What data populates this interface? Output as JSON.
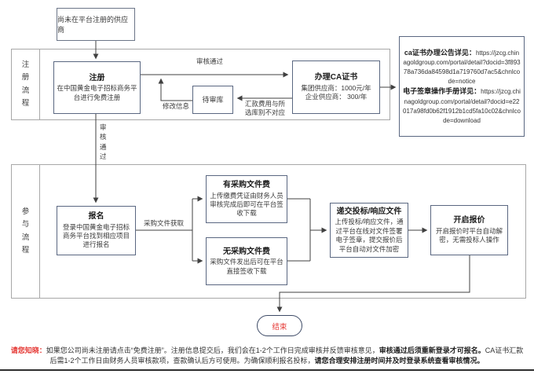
{
  "start_box": {
    "label": "尚未在平台注册的供应商"
  },
  "lanes": [
    {
      "label": "注册流程"
    },
    {
      "label": "参与流程"
    }
  ],
  "nodes": {
    "register": {
      "title": "注册",
      "body": "在中国黄金电子招标商务平台进行免费注册"
    },
    "pending": {
      "title": "待审库"
    },
    "ca": {
      "title": "办理CA证书",
      "line1": "集团供应商：1000元/年",
      "line2": "企业供应商：  300/年"
    },
    "signup": {
      "title": "报名",
      "body": "登录中国黄金电子招标商务平台找到相应项目进行报名"
    },
    "fee": {
      "title": "有采购文件费",
      "body": "上传缴费凭证由财务人员审核完成后即可在平台签收下载"
    },
    "nofee": {
      "title": "无采购文件费",
      "body": "采购文件发出后可在平台直接签收下载"
    },
    "submit": {
      "title": "递交投标/响应文件",
      "body": "上传投标/响应文件，通过平台在线对文件签署电子签章，提交报价后平台自动对文件加密"
    },
    "openbid": {
      "title": "开启报价",
      "body": "开启报价时平台自动解密，无需投标人操作"
    },
    "end": {
      "label": "结束"
    }
  },
  "info_box": {
    "heading1": "ca证书办理公告详见：",
    "url1": "https://jzcg.chinagoldgroup.com/portal/detail?docid=3f89378a736da84598d1a719760d7ac5&chnlcode=notice",
    "heading2": "电子签章操作手册详见：",
    "url2": "https://jzcg.chinagoldgroup.com/portal/detail?docid=e22017a98fd0b62f1912b1cd5fa10c02&chnlcode=download"
  },
  "edge_labels": {
    "approved_top": "审核通过",
    "modify": "修改信息",
    "mismatch": "汇款费用与所\n选库别不对应",
    "approved_vertical": "审核通过",
    "fetch_docs": "采购文件获取"
  },
  "footnote": {
    "prefix": "请您知晓：",
    "seg1": "如果您公司尚未注册请点击“免费注册”。注册信息提交后，我们会在1-2个工作日完成审核并反馈审核意见，",
    "seg2_bold": "审核通过后须重新登录才可报名。",
    "seg3": "CA证书汇款后需1-2个工作日由财务人员审核款项，查款确认后方可使用。为确保顺利报名投标，",
    "seg4_bold": "请您合理安排注册时间并及时登录系统查看审核情况。"
  },
  "colors": {
    "node_border": "#5a6781",
    "lane_border": "#a8a8a8",
    "connector": "#404040",
    "alert_red": "#e53935",
    "text": "#333333"
  }
}
